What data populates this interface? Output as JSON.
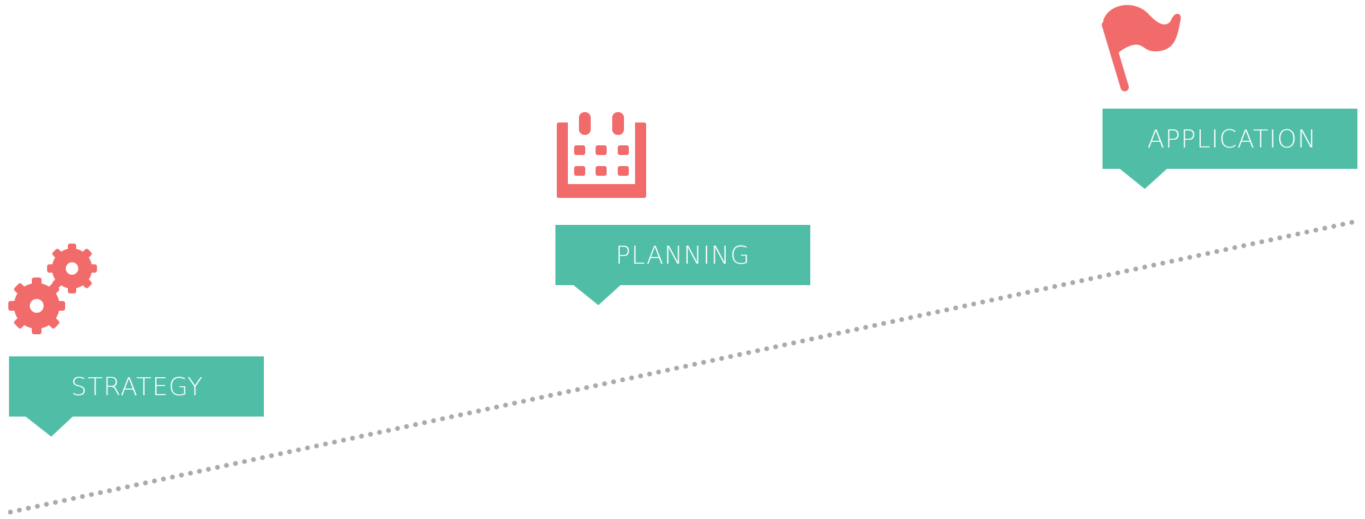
{
  "colors": {
    "accent": "#F26B6B",
    "label_bg": "#50BEA6",
    "label_text": "#FFFFFF",
    "dotted_line": "#AAAAAA",
    "background": "#FFFFFF"
  },
  "steps": [
    {
      "label": "STRATEGY",
      "icon": "gears-icon"
    },
    {
      "label": "PLANNING",
      "icon": "calendar-icon"
    },
    {
      "label": "APPLICATION",
      "icon": "flag-icon"
    }
  ]
}
